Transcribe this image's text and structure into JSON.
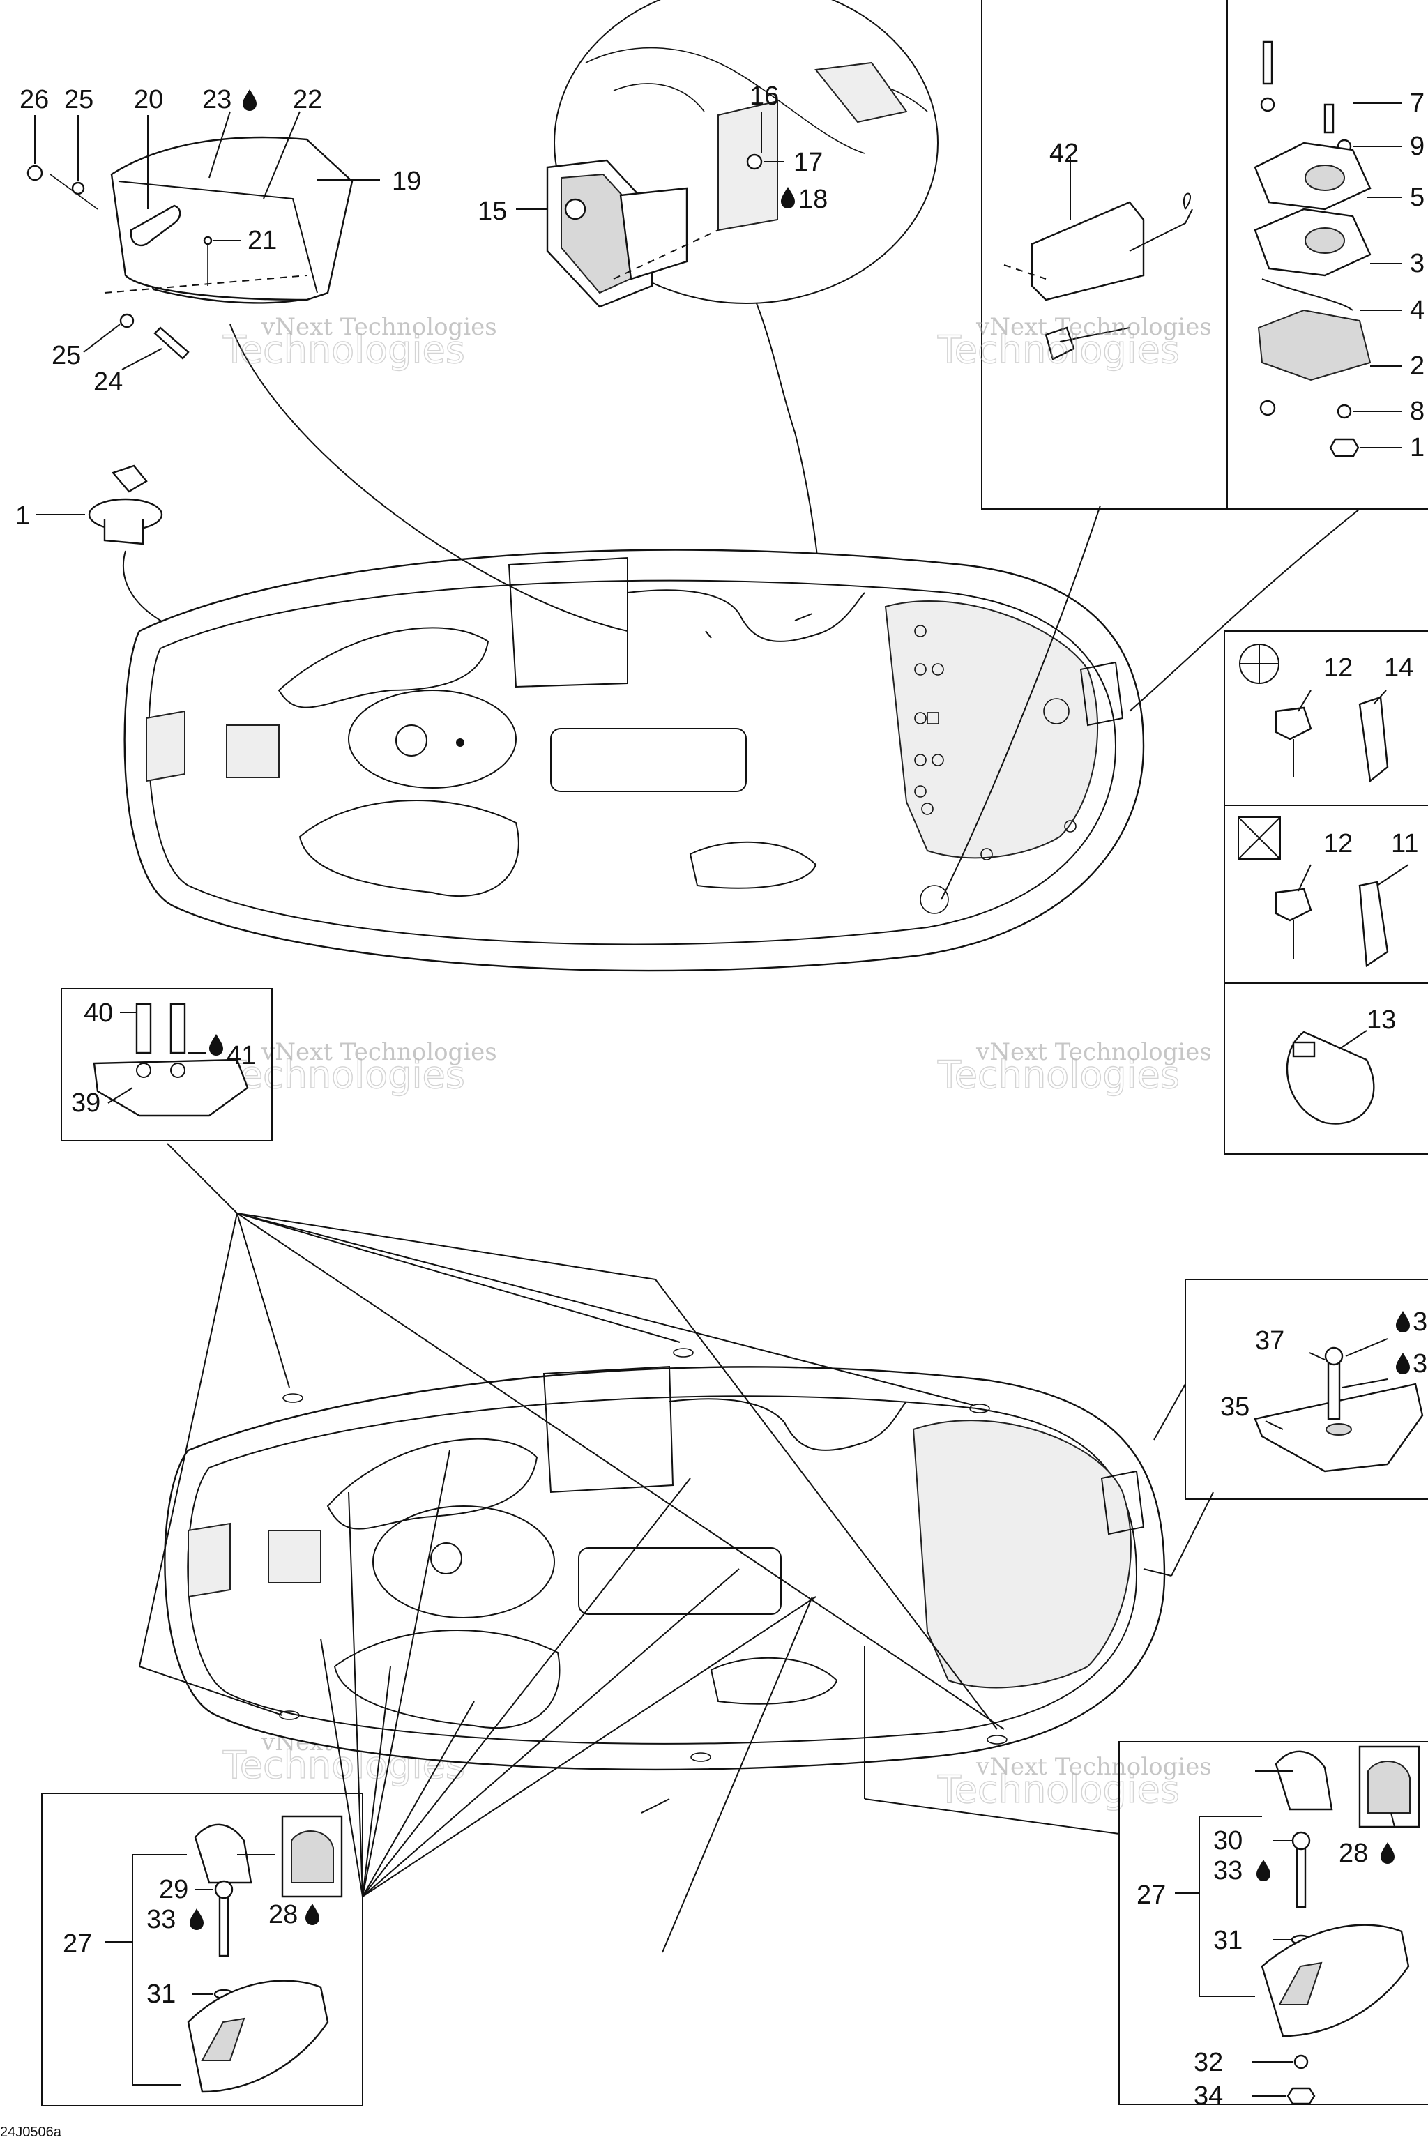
{
  "labels": {
    "l1": "1",
    "l2": "2",
    "l3": "3",
    "l4": "4",
    "l5": "5",
    "l7": "7",
    "l8": "8",
    "l9": "9",
    "l10": "1",
    "l11": "11",
    "l12a": "12",
    "l12b": "12",
    "l13": "13",
    "l14": "14",
    "l15": "15",
    "l16": "16",
    "l17": "17",
    "l18": "18",
    "l19": "19",
    "l20": "20",
    "l21": "21",
    "l22": "22",
    "l23": "23",
    "l24": "24",
    "l25a": "25",
    "l25b": "25",
    "l26": "26",
    "l27a": "27",
    "l27b": "27",
    "l28a": "28",
    "l28b": "28",
    "l29": "29",
    "l30": "30",
    "l31a": "31",
    "l31b": "31",
    "l32": "32",
    "l33a": "33",
    "l33b": "33",
    "l33c": "3",
    "l33d": "3",
    "l34": "34",
    "l35": "35",
    "l37": "37",
    "l39": "39",
    "l40": "40",
    "l41": "41",
    "l42": "42"
  },
  "watermark": {
    "line1": "vNext Technologies",
    "line2": "Technologies",
    "line3": "vNext"
  },
  "footer_code": "24J0506a",
  "icons": {
    "drop": "liquid-drop-icon",
    "circle_cross": "circle-cross-icon",
    "box_cross": "box-cross-icon"
  }
}
